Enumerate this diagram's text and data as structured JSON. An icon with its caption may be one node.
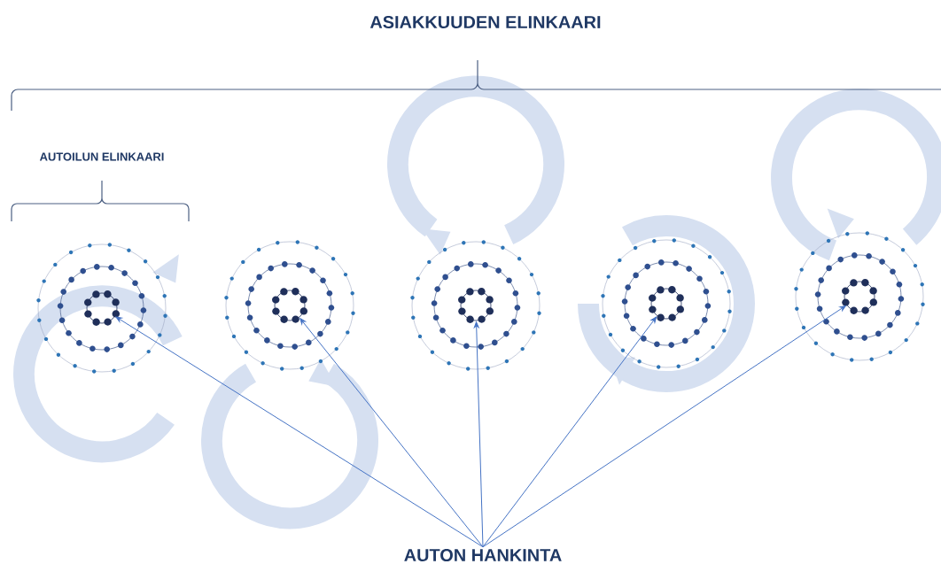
{
  "diagram": {
    "nodes": [
      {
        "text": [
          "AUTON HANKINTA"
        ]
      },
      {
        "text": [],
        "shape": "circle"
      },
      {
        "text": [],
        "shape": "circle"
      },
      {
        "text": [],
        "shape": "circle"
      },
      {
        "text": [],
        "shape": "circle"
      },
      {
        "text": [],
        "shape": "circle"
      }
    ],
    "edges": [
      {
        "from": 0,
        "to": 1,
        "arrow": "to"
      },
      {
        "from": 0,
        "to": 2,
        "arrow": "to"
      },
      {
        "from": 0,
        "to": 3,
        "arrow": "to"
      },
      {
        "from": 0,
        "to": 4,
        "arrow": "to"
      },
      {
        "from": 0,
        "to": 5,
        "arrow": "to"
      }
    ],
    "labels": [
      "ASIAKKUUDEN ELINKAARI",
      "AUTOILUN ELINKAARI"
    ]
  }
}
